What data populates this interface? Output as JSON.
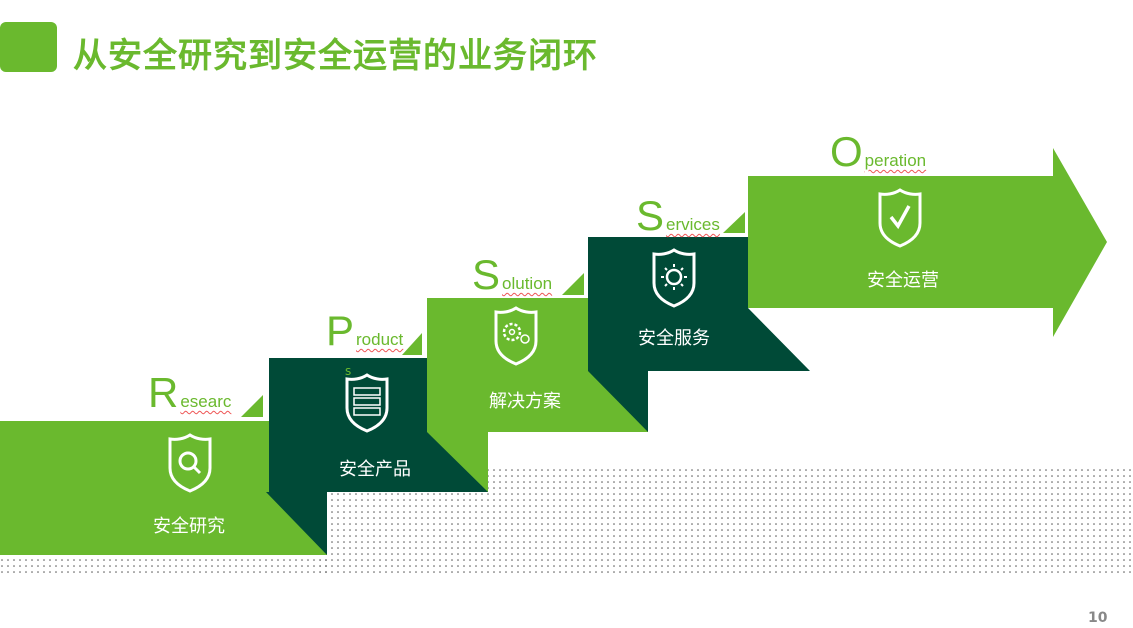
{
  "title": "从安全研究到安全运营的业务闭环",
  "colors": {
    "green": "#6ab92e",
    "dark": "#004a37"
  },
  "steps": [
    {
      "initial": "R",
      "rest": "esearc",
      "caption": "安全研究",
      "icon": "shield-search-icon"
    },
    {
      "initial": "P",
      "rest": "roduct",
      "caption": "安全产品",
      "icon": "shield-server-icon"
    },
    {
      "initial": "S",
      "rest": "olution",
      "caption": "解决方案",
      "icon": "shield-gear-icon"
    },
    {
      "initial": "S",
      "rest": "ervices",
      "caption": "安全服务",
      "icon": "shield-sun-icon"
    },
    {
      "initial": "O",
      "rest": "peration",
      "caption": "安全运营",
      "icon": "shield-check-icon"
    }
  ],
  "stray_text": "s",
  "page_number": "10"
}
